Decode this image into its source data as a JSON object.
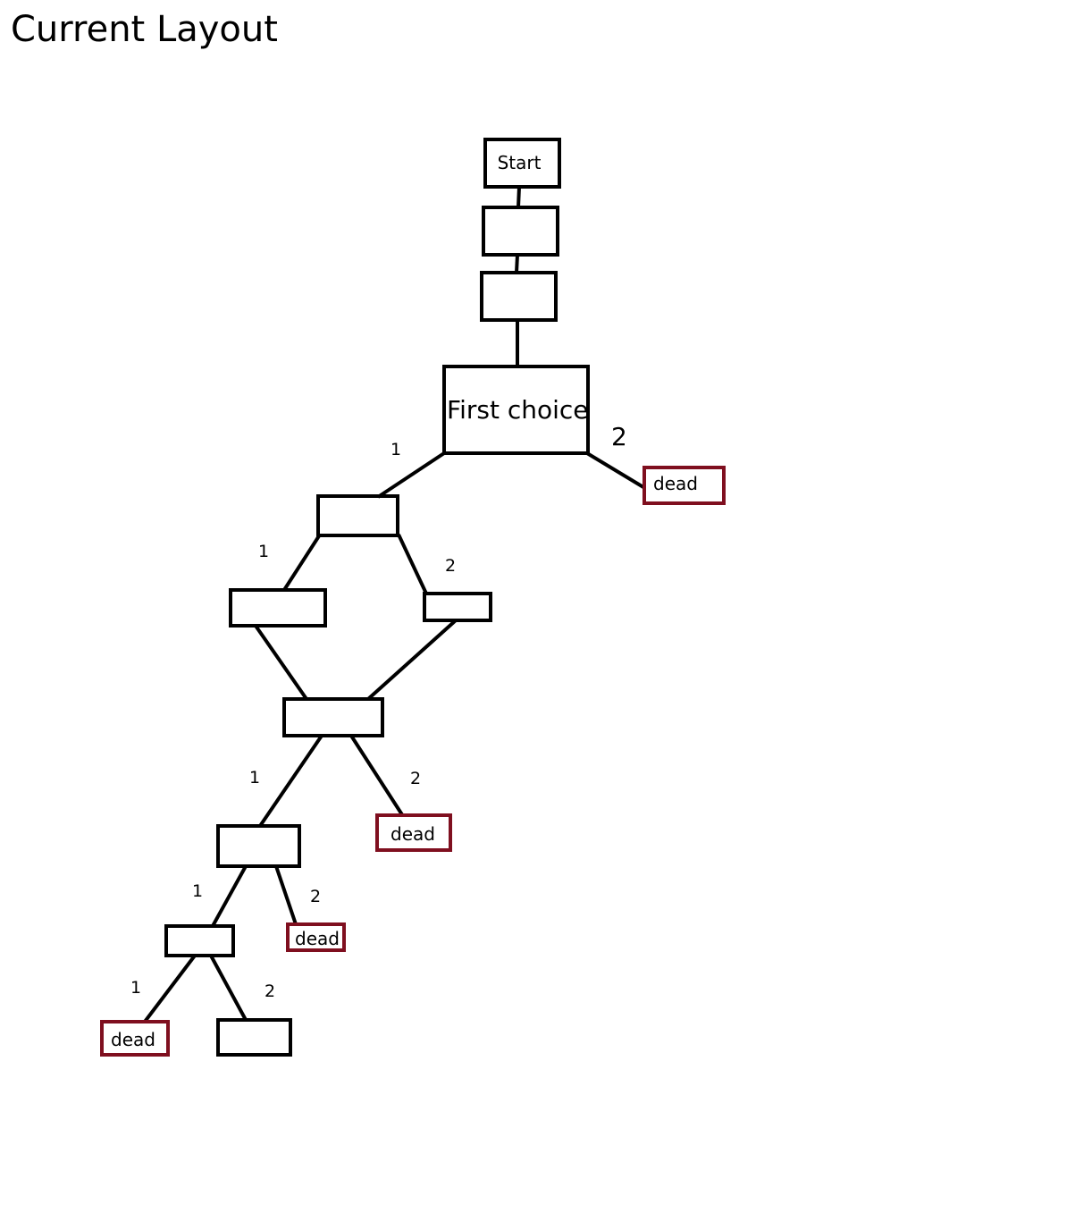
{
  "title": "Current Layout",
  "colors": {
    "node_border": "#000000",
    "dead_border": "#7f0f1f"
  },
  "nodes": {
    "start": {
      "label": "Start"
    },
    "first_choice": {
      "label": "First choice"
    },
    "dead_1": {
      "label": "dead"
    },
    "dead_2": {
      "label": "dead"
    },
    "dead_3": {
      "label": "dead"
    },
    "dead_4": {
      "label": "dead"
    }
  },
  "edge_labels": {
    "fc_1": "1",
    "fc_2": "2",
    "b_1": "1",
    "b_2": "2",
    "m_1": "1",
    "m_2": "2",
    "c_1": "1",
    "c_2": "2",
    "d_1": "1",
    "d_2": "2"
  }
}
